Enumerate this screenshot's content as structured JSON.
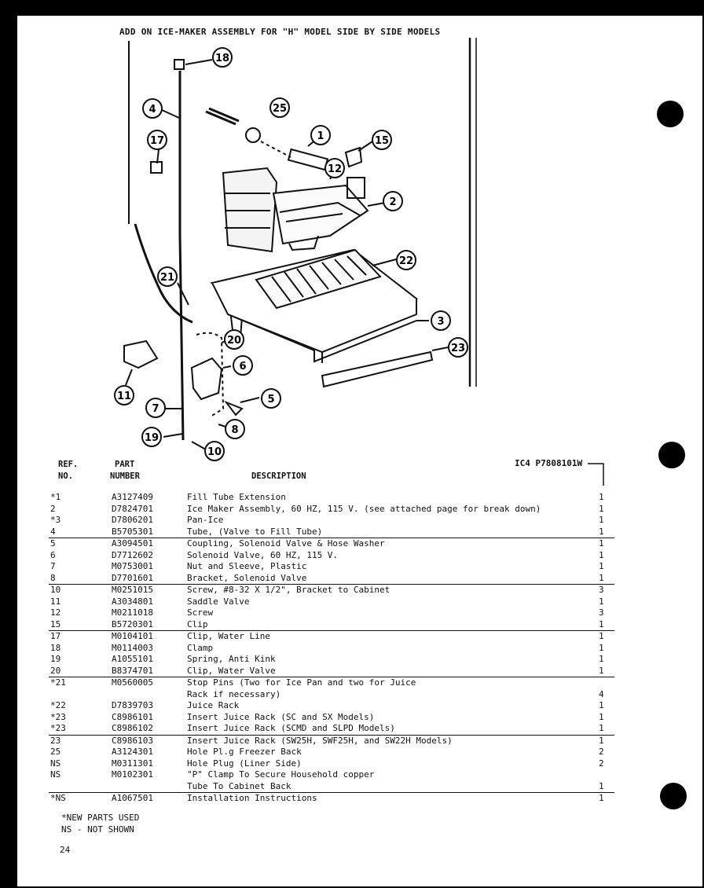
{
  "title": "ADD ON ICE-MAKER ASSEMBLY FOR \"H\" MODEL SIDE BY SIDE MODELS",
  "doc_id": "IC4 P7808101W",
  "callouts": [
    "18",
    "4",
    "25",
    "17",
    "1",
    "15",
    "12",
    "2",
    "22",
    "21",
    "3",
    "20",
    "6",
    "23",
    "11",
    "5",
    "7",
    "8",
    "19",
    "10"
  ],
  "table_header": {
    "ref": "REF.",
    "no": "NO.",
    "part": "PART",
    "number": "NUMBER",
    "description": "DESCRIPTION"
  },
  "rows": [
    {
      "ref": "*1",
      "part": "A3127409",
      "desc": "Fill Tube Extension",
      "qty": "1"
    },
    {
      "ref": "2",
      "part": "D7824701",
      "desc": "Ice Maker Assembly, 60 HZ, 115 V. (see attached page for break down)",
      "qty": "1"
    },
    {
      "ref": "*3",
      "part": "D7806201",
      "desc": "Pan-Ice",
      "qty": "1"
    },
    {
      "ref": "4",
      "part": "B5705301",
      "desc": "Tube, (Valve to Fill Tube)",
      "qty": "1"
    },
    {
      "ref": "5",
      "part": "A3094501",
      "desc": "Coupling, Solenoid Valve & Hose Washer",
      "qty": "1"
    },
    {
      "ref": "6",
      "part": "D7712602",
      "desc": "Solenoid Valve, 60 HZ, 115 V.",
      "qty": "1"
    },
    {
      "ref": "7",
      "part": "M0753001",
      "desc": "Nut and Sleeve, Plastic",
      "qty": "1"
    },
    {
      "ref": "8",
      "part": "D7701601",
      "desc": "Bracket, Solenoid Valve",
      "qty": "1"
    },
    {
      "ref": "10",
      "part": "M0251015",
      "desc": "Screw, #8-32 X 1/2\", Bracket to Cabinet",
      "qty": "3"
    },
    {
      "ref": "11",
      "part": "A3034801",
      "desc": "Saddle Valve",
      "qty": "1"
    },
    {
      "ref": "12",
      "part": "M0211018",
      "desc": "Screw",
      "qty": "3"
    },
    {
      "ref": "15",
      "part": "B5720301",
      "desc": "Clip",
      "qty": "1"
    },
    {
      "ref": "17",
      "part": "M0104101",
      "desc": "Clip, Water Line",
      "qty": "1"
    },
    {
      "ref": "18",
      "part": "M0114003",
      "desc": "Clamp",
      "qty": "1"
    },
    {
      "ref": "19",
      "part": "A1055101",
      "desc": "Spring, Anti Kink",
      "qty": "1"
    },
    {
      "ref": "20",
      "part": "B8374701",
      "desc": "Clip, Water Valve",
      "qty": "1"
    },
    {
      "ref": "*21",
      "part": "M0560005",
      "desc": "Stop Pins (Two for Ice Pan and two for Juice",
      "qty": ""
    },
    {
      "ref": "",
      "part": "",
      "desc": "Rack if necessary)",
      "qty": "4"
    },
    {
      "ref": "*22",
      "part": "D7839703",
      "desc": "Juice Rack",
      "qty": "1"
    },
    {
      "ref": "*23",
      "part": "C8986101",
      "desc": "Insert Juice Rack (SC and SX Models)",
      "qty": "1"
    },
    {
      "ref": "*23",
      "part": "C8986102",
      "desc": "Insert Juice Rack (SCMD and SLPD Models)",
      "qty": "1"
    },
    {
      "ref": "23",
      "part": "C8986103",
      "desc": "Insert Juice Rack (SW25H, SWF25H, and SW22H Models)",
      "qty": "1"
    },
    {
      "ref": "25",
      "part": "A3124301",
      "desc": "Hole Pl.g Freezer Back",
      "qty": "2"
    },
    {
      "ref": "NS",
      "part": "M0311301",
      "desc": "Hole Plug (Liner Side)",
      "qty": "2"
    },
    {
      "ref": "NS",
      "part": "M0102301",
      "desc": "\"P\" Clamp To Secure Household copper",
      "qty": ""
    },
    {
      "ref": "",
      "part": "",
      "desc": "    Tube To Cabinet Back",
      "qty": "1"
    },
    {
      "ref": "*NS",
      "part": "A1067501",
      "desc": "Installation Instructions",
      "qty": "1"
    }
  ],
  "notes": [
    "*NEW PARTS USED",
    "NS - NOT SHOWN"
  ],
  "page_number": "24"
}
